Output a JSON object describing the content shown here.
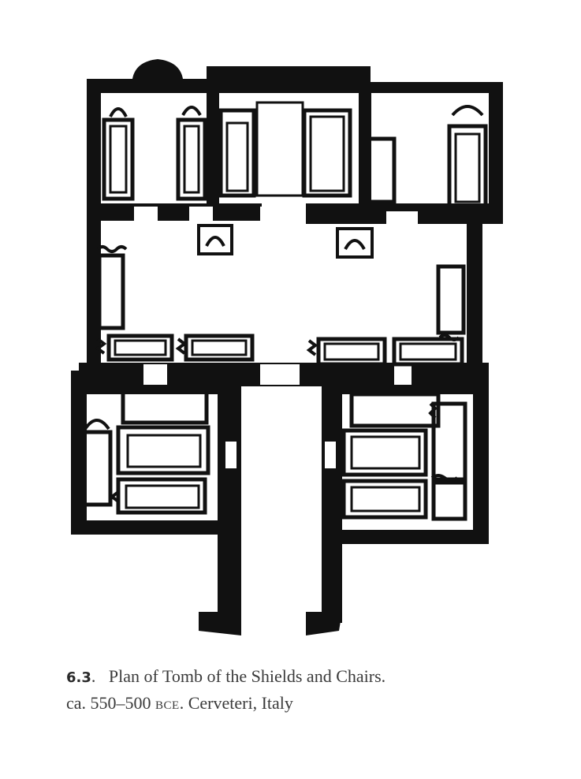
{
  "figure": {
    "number": "6.3",
    "title": "Plan of Tomb of the Shields and Chairs.",
    "date_prefix": "ca. 550–500",
    "era": "BCE",
    "location": ". Cerveteri, Italy"
  },
  "colors": {
    "wall": "#111111",
    "page": "#ffffff",
    "caption_text": "#3a3a3a"
  }
}
